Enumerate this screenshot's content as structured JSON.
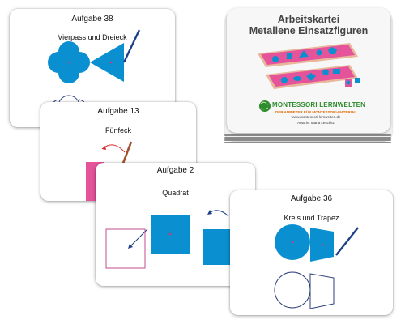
{
  "cards": {
    "card_38": {
      "task": "Aufgabe 38",
      "name": "Vierpass und Dreieck"
    },
    "card_13": {
      "task": "Aufgabe 13",
      "name": "Fünfeck"
    },
    "card_2": {
      "task": "Aufgabe 2",
      "name": "Quadrat"
    },
    "card_36": {
      "task": "Aufgabe 36",
      "name": "Kreis und Trapez"
    }
  },
  "deck": {
    "title_line1": "Arbeitskartei",
    "title_line2": "Metallene Einsatzfiguren",
    "brand": "MONTESSORI LERNWELTEN",
    "tagline": "DER ANBIETER FÜR MONTESSORI-MATERIAL",
    "website": "www.montessori-lernwelten.de",
    "author": "Autorin: Maria Leschitz"
  },
  "colors": {
    "shape_fill": "#0a8fd0",
    "shape_outline": "#2b3f7a",
    "pencil_blue": "#1d3f8a",
    "pencil_red": "#d42a2a",
    "frame_pink": "#e5539b",
    "frame_wood": "#e8b79c",
    "brand_green": "#2e8b2e"
  }
}
